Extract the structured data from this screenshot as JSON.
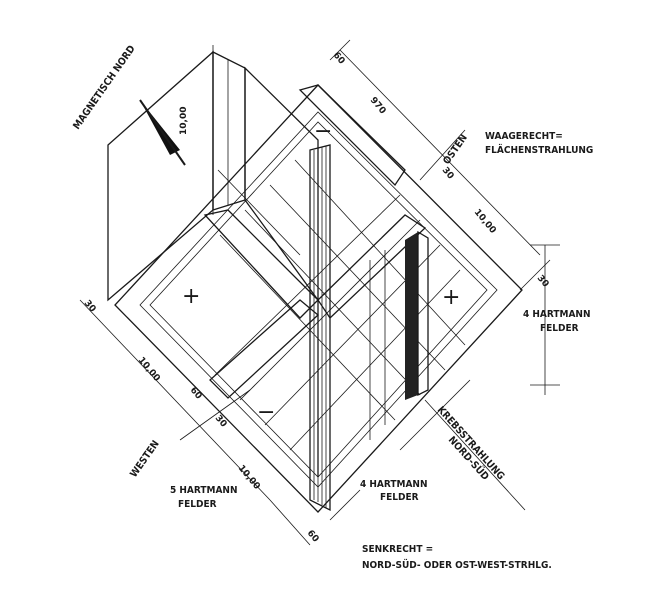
{
  "labels": {
    "magnetic_north": "MAGNETISCH NORD",
    "east": "OSTEN",
    "west": "WESTEN",
    "horizontal_title": "WAAGERECHT=",
    "horizontal_desc": "FLÄCHENSTRAHLUNG",
    "right_fields_1": "4 HARTMANN",
    "right_fields_2": "FELDER",
    "left_fields_1": "5 HARTMANN",
    "left_fields_2": "FELDER",
    "bottom_fields_1": "4 HARTMANN",
    "bottom_fields_2": "FELDER",
    "cancer_rad_1": "KREBSSTRAHLUNG",
    "cancer_rad_2": "NORD-SÜD",
    "vertical_title": "SENKRECHT =",
    "vertical_desc": "NORD-SÜD- ODER OST-WEST-STRHLG."
  },
  "dimensions": {
    "height": "10,00",
    "top_60": "60",
    "top_970": "970",
    "top_30": "30",
    "right_1000": "10,00",
    "right_30": "30",
    "left_30": "30",
    "left_1000": "10,00",
    "left_60": "60",
    "left_30b": "30",
    "bottom_1000": "10,00",
    "bottom_60": "60"
  },
  "signs": {
    "plus_left": "+",
    "plus_right": "+",
    "minus_top": "−",
    "minus_bottom": "−"
  }
}
